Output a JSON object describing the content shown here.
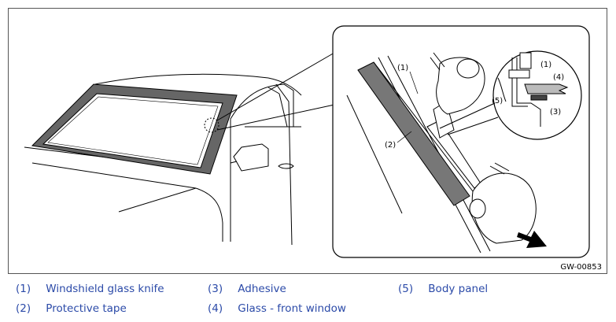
{
  "figure": {
    "id": "GW-00853",
    "callouts": [
      "(1)",
      "(2)",
      "(1)",
      "(4)",
      "(5)",
      "(3)"
    ]
  },
  "legend": [
    {
      "num": "(1)",
      "label": "Windshield glass knife"
    },
    {
      "num": "(2)",
      "label": "Protective tape"
    },
    {
      "num": "(3)",
      "label": "Adhesive"
    },
    {
      "num": "(4)",
      "label": "Glass - front window"
    },
    {
      "num": "(5)",
      "label": "Body panel"
    }
  ],
  "colors": {
    "legend_text": "#2b4aa8",
    "line": "#000000",
    "tape": "#777777"
  }
}
